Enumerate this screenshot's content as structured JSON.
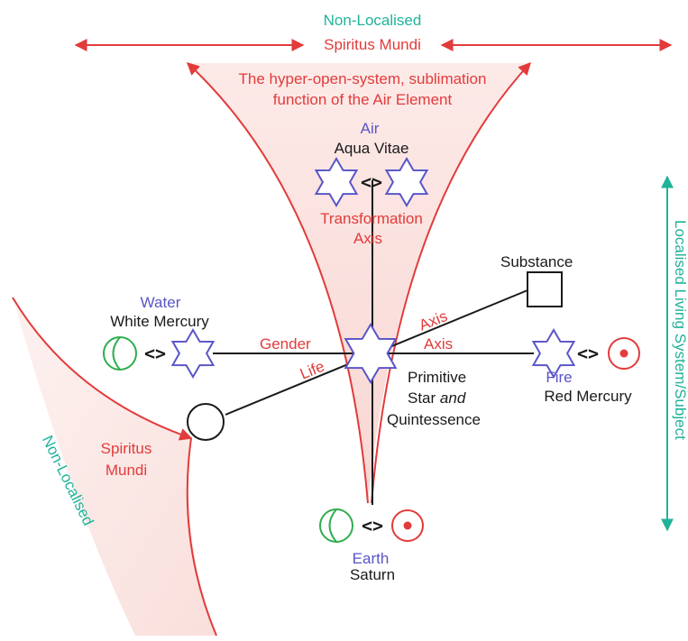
{
  "colors": {
    "red": "#e23b3b",
    "teal": "#1fb39a",
    "blue": "#5a55c8",
    "black": "#1a1a1a",
    "green": "#2fae4e",
    "funnel": "#f9d9d6"
  },
  "top": {
    "line1": "Non-Localised",
    "line2": "Spiritus Mundi",
    "desc1": "The hyper-open-system, sublimation",
    "desc2": "function of the Air Element"
  },
  "air": {
    "element": "Air",
    "name": "Aqua Vitae",
    "axis1": "Transformation",
    "axis2": "Axis"
  },
  "substance": "Substance",
  "water": {
    "element": "Water",
    "name": "White Mercury"
  },
  "fire": {
    "element": "Fire",
    "name": "Red Mercury"
  },
  "center": {
    "line1": "Primitive",
    "line2a": "Star ",
    "line2b": "and",
    "line3": "Quintessence"
  },
  "axes": {
    "gender": "Gender",
    "axis_h": "Axis",
    "life": "Life",
    "axis_d": "Axis"
  },
  "left": {
    "spiritus1": "Spiritus",
    "spiritus2": "Mundi",
    "nonloc": "Non-Localised"
  },
  "right": {
    "vertical": "Localised Living System/Subject"
  },
  "earth": {
    "element": "Earth",
    "name": "Saturn"
  },
  "glyph": "<>"
}
